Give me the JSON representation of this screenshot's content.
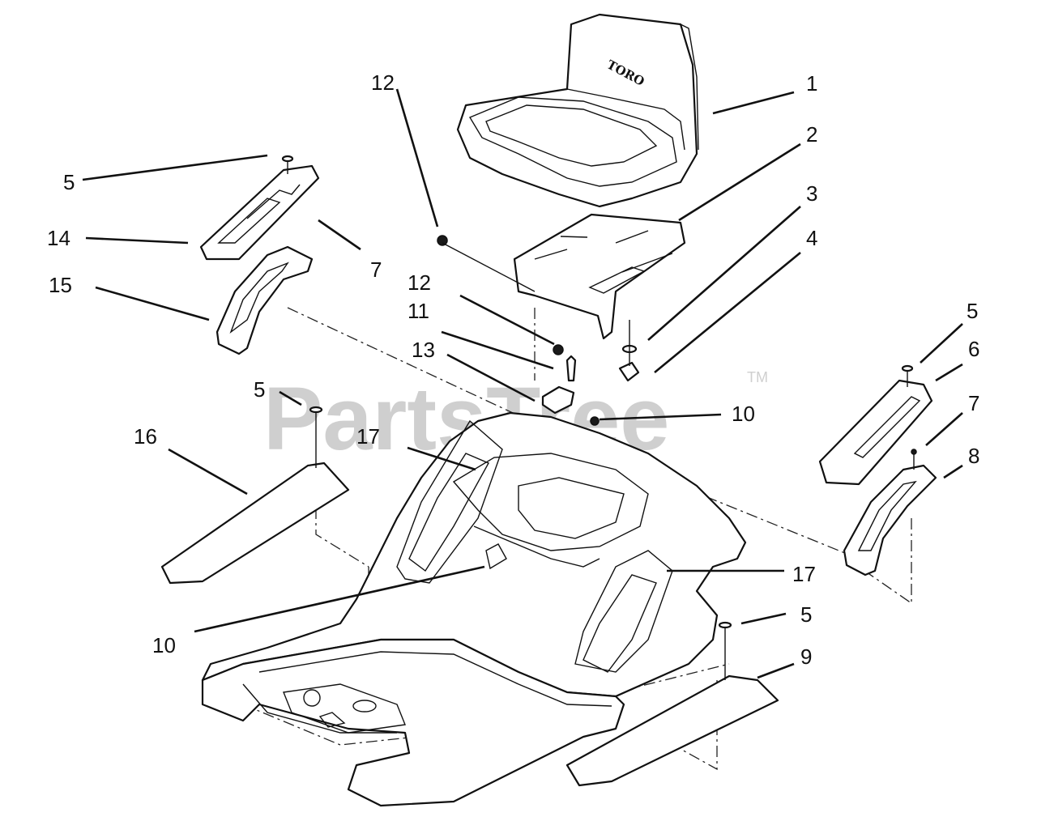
{
  "watermark": {
    "text": "PartsTree",
    "tm": "TM"
  },
  "seat_brand": "TORO",
  "callouts": [
    {
      "id": "c1",
      "label": "1"
    },
    {
      "id": "c2",
      "label": "2"
    },
    {
      "id": "c3",
      "label": "3"
    },
    {
      "id": "c4",
      "label": "4"
    },
    {
      "id": "c5a",
      "label": "5"
    },
    {
      "id": "c5b",
      "label": "5"
    },
    {
      "id": "c5c",
      "label": "5"
    },
    {
      "id": "c5d",
      "label": "5"
    },
    {
      "id": "c6",
      "label": "6"
    },
    {
      "id": "c7a",
      "label": "7"
    },
    {
      "id": "c7b",
      "label": "7"
    },
    {
      "id": "c8",
      "label": "8"
    },
    {
      "id": "c9",
      "label": "9"
    },
    {
      "id": "c10a",
      "label": "10"
    },
    {
      "id": "c10b",
      "label": "10"
    },
    {
      "id": "c11",
      "label": "11"
    },
    {
      "id": "c12a",
      "label": "12"
    },
    {
      "id": "c12b",
      "label": "12"
    },
    {
      "id": "c13",
      "label": "13"
    },
    {
      "id": "c14",
      "label": "14"
    },
    {
      "id": "c15",
      "label": "15"
    },
    {
      "id": "c16",
      "label": "16"
    },
    {
      "id": "c17a",
      "label": "17"
    },
    {
      "id": "c17b",
      "label": "17"
    }
  ]
}
